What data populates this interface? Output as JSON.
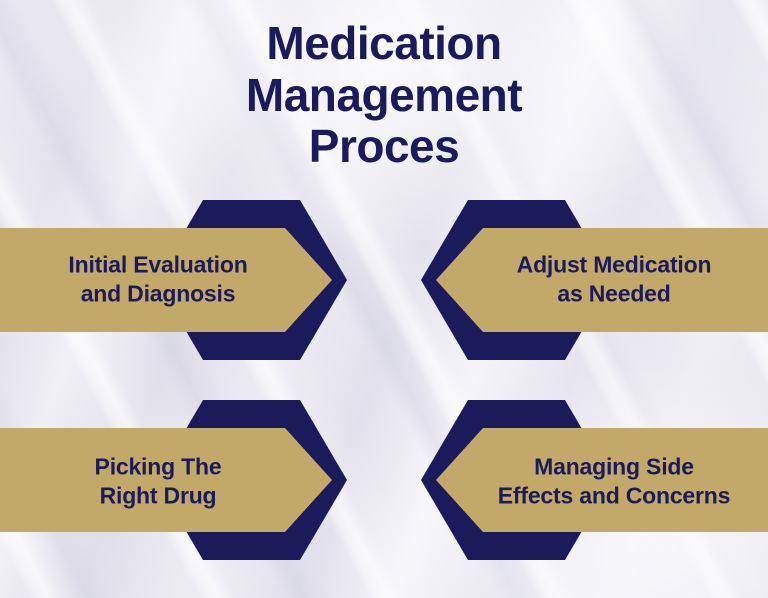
{
  "title": {
    "line1": "Medication",
    "line2": "Management",
    "line3": "Proces"
  },
  "colors": {
    "navy": "#1b1b5c",
    "gold": "#c3a969",
    "background": "#e6e6ef",
    "text_navy": "#1b1b5c"
  },
  "steps": [
    {
      "id": "initial-evaluation-and-diagnosis",
      "label": "Initial Evaluation\nand Diagnosis",
      "direction": "right",
      "row": "top",
      "column": "left"
    },
    {
      "id": "adjust-medication-as-needed",
      "label": "Adjust Medication\nas Needed",
      "direction": "left",
      "row": "top",
      "column": "right"
    },
    {
      "id": "picking-the-right-drug",
      "label": "Picking The\nRight Drug",
      "direction": "right",
      "row": "bottom",
      "column": "left"
    },
    {
      "id": "managing-side-effects-and-concerns",
      "label": "Managing Side\nEffects and Concerns",
      "direction": "left",
      "row": "bottom",
      "column": "right"
    }
  ]
}
